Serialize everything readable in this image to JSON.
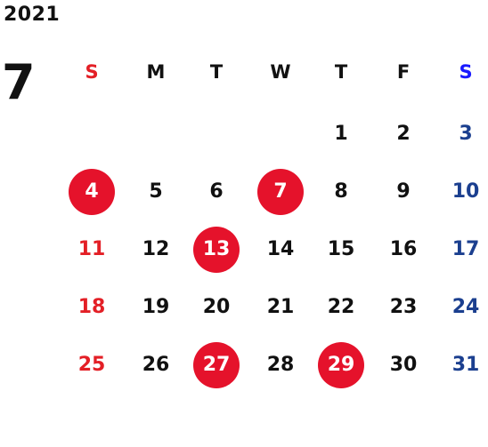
{
  "header": {
    "year": "2021",
    "month": "7"
  },
  "colors": {
    "default": "#111111",
    "sunday": "#e31f26",
    "saturday": "#1b3f8f",
    "saturday_header": "#1a1aff",
    "highlight": "#e5122b",
    "highlight_text": "#ffffff"
  },
  "weekdays": [
    {
      "label": "S",
      "kind": "sun"
    },
    {
      "label": "M",
      "kind": "weekday"
    },
    {
      "label": "T",
      "kind": "weekday"
    },
    {
      "label": "W",
      "kind": "weekday"
    },
    {
      "label": "T",
      "kind": "weekday"
    },
    {
      "label": "F",
      "kind": "weekday"
    },
    {
      "label": "S",
      "kind": "sat"
    }
  ],
  "first_weekday_index": 4,
  "days_in_month": 31,
  "highlighted_days": [
    4,
    7,
    13,
    27,
    29
  ]
}
